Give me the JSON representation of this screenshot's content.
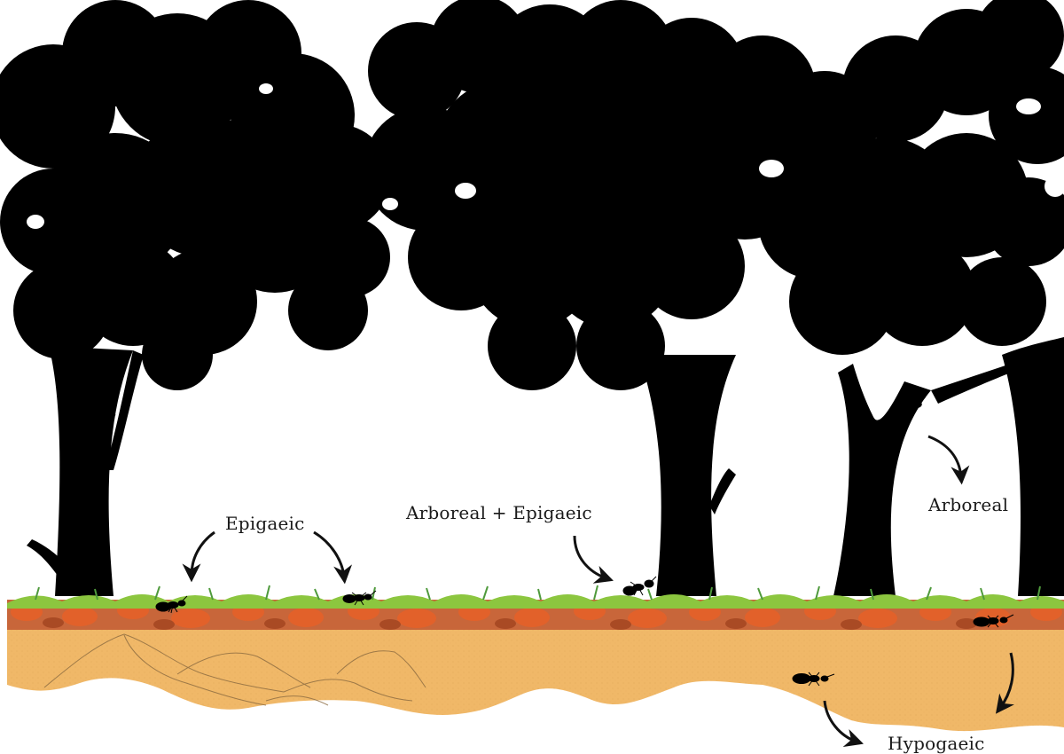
{
  "labels": {
    "epigaeic": "Epigaeic",
    "arboreal_epigaeic": "Arboreal + Epigaeic",
    "arboreal": "Arboreal",
    "hypogaeic": "Hypogaeic"
  },
  "colors": {
    "tree": "#000000",
    "grass_light": "#8cc63f",
    "grass_dark": "#4f9a3c",
    "leaf_litter_orange": "#e2612a",
    "leaf_litter_brown": "#b9643b",
    "soil": "#f0b868",
    "soil_lines": "#8a6a40",
    "background": "#ffffff"
  },
  "icons": [
    "ant-icon",
    "curved-arrow-icon",
    "tree-silhouette-icon"
  ]
}
